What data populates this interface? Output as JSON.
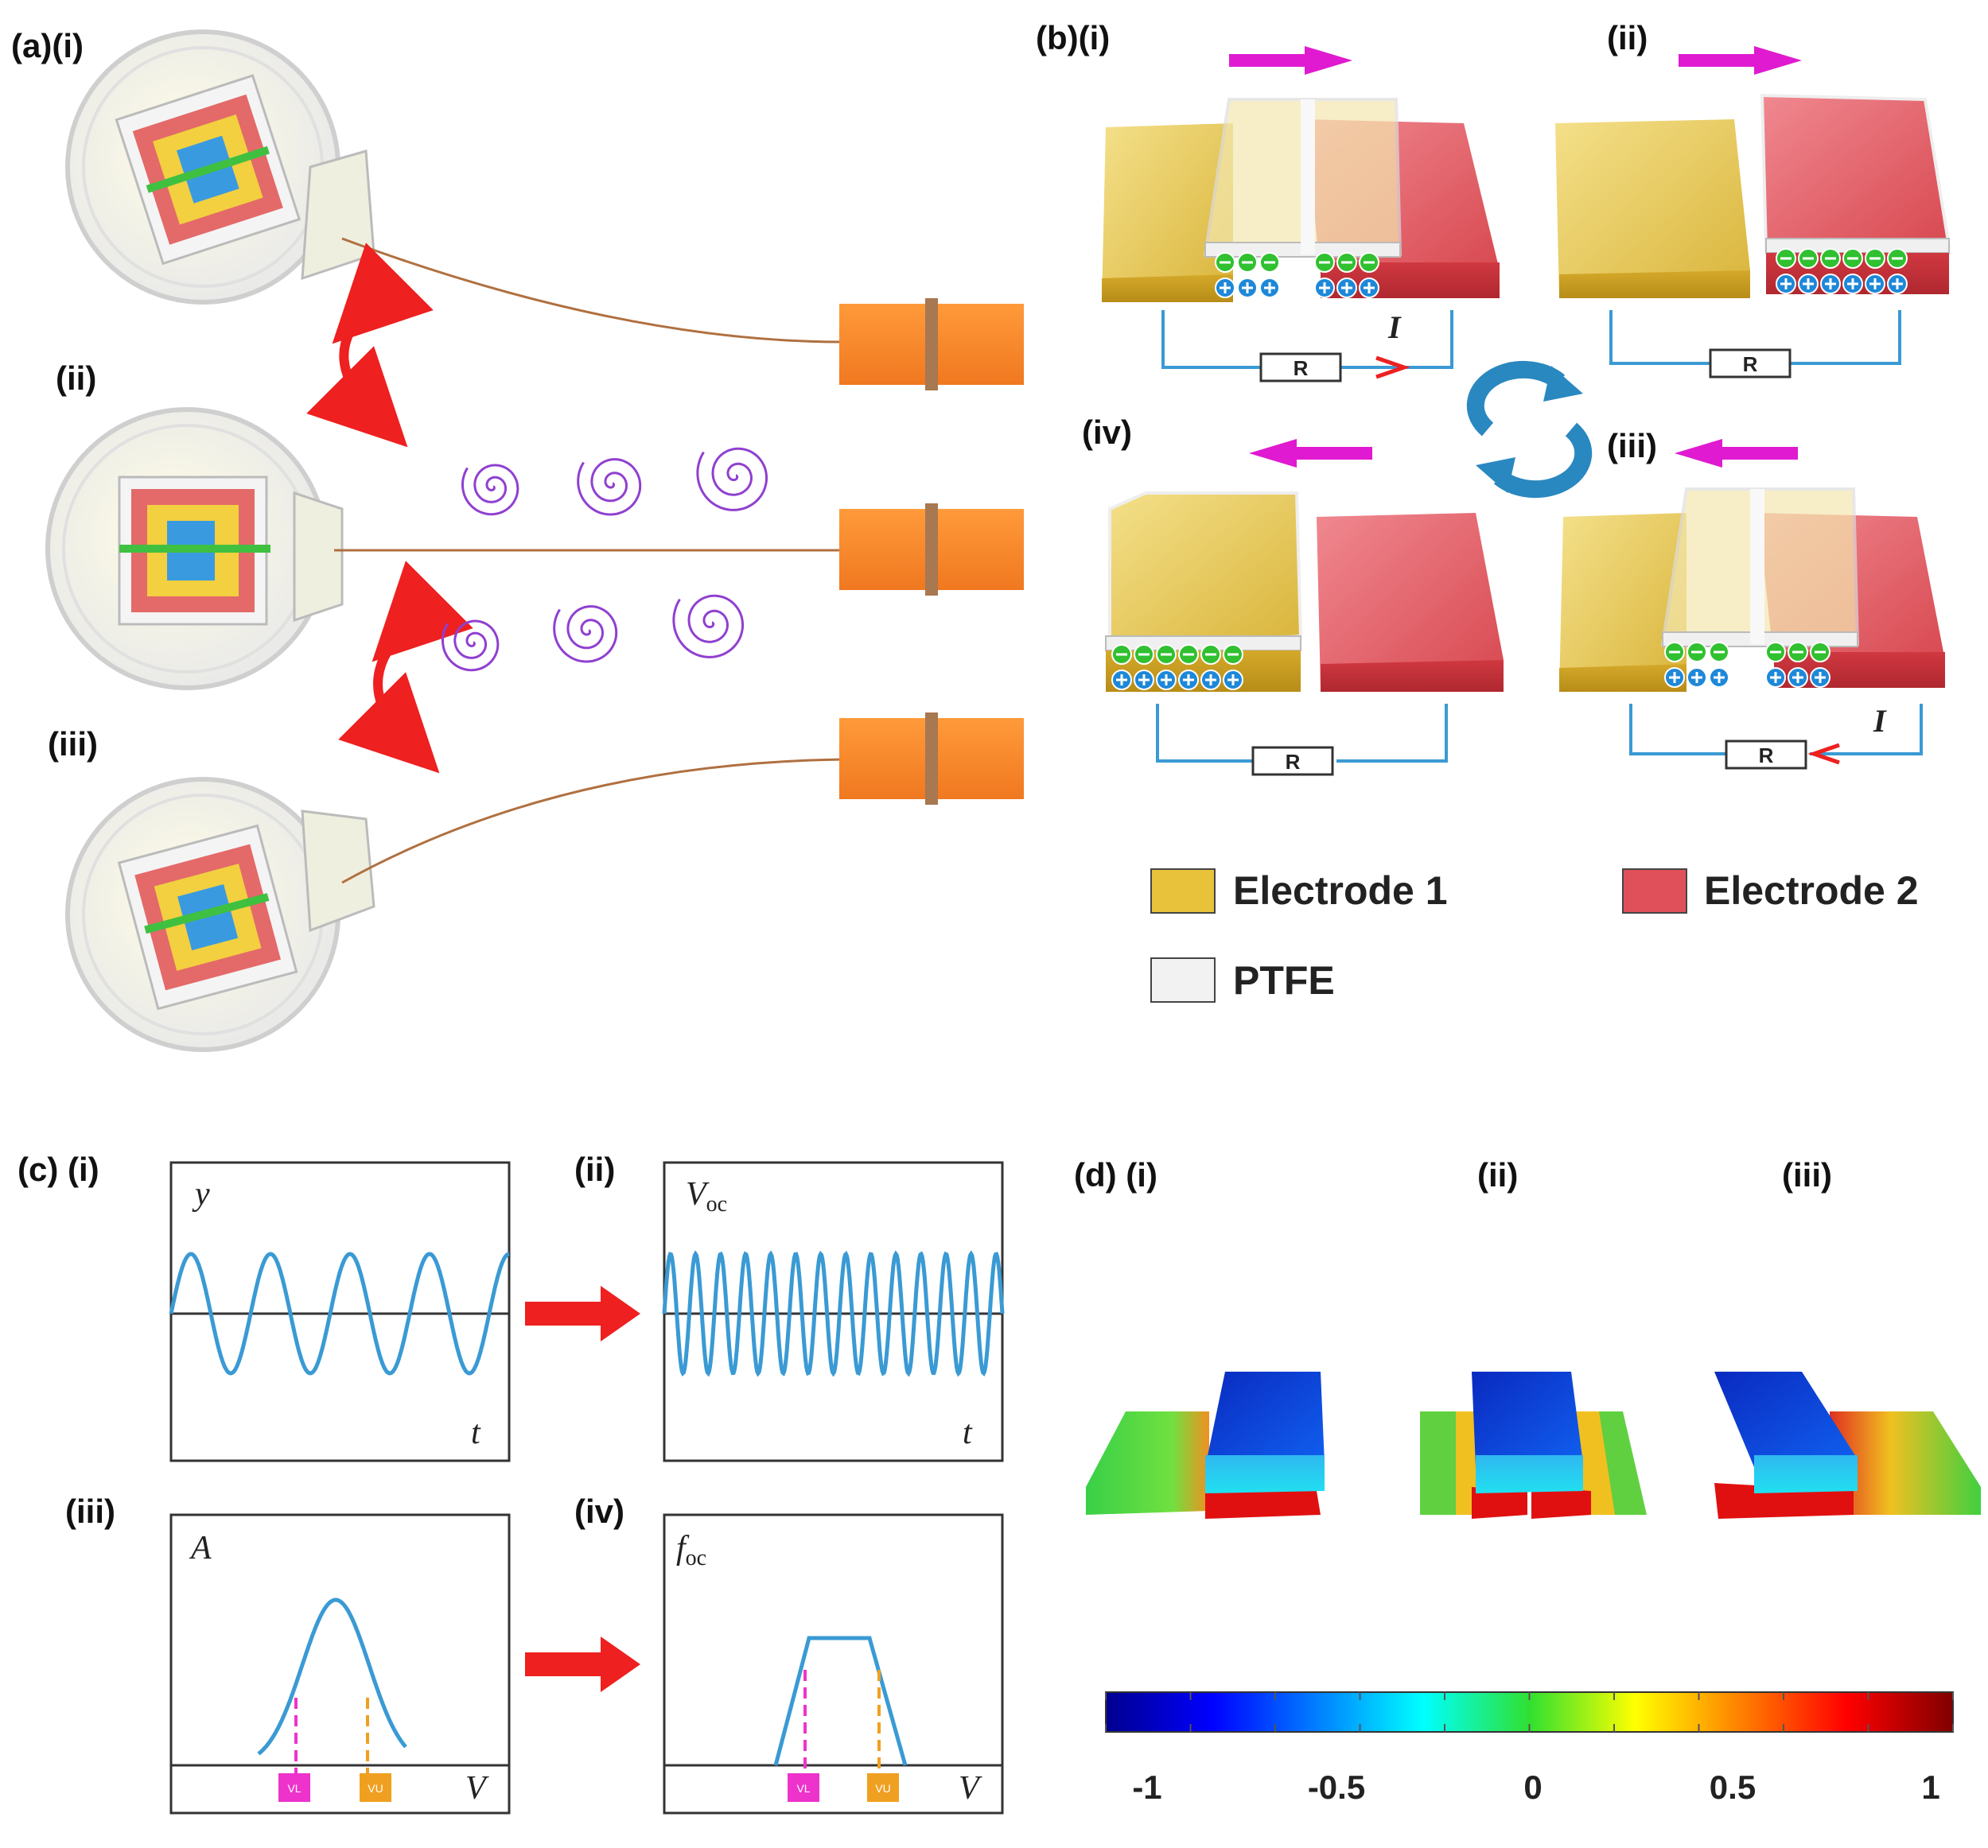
{
  "panel_a": {
    "label": "(a)(i)",
    "sub_ii": "(ii)",
    "sub_iii": "(iii)"
  },
  "panel_b": {
    "label": "(b)(i)",
    "sub_ii": "(ii)",
    "sub_iii": "(iii)",
    "sub_iv": "(iv)",
    "resistor": "R",
    "current": "I",
    "legend": [
      {
        "name": "Electrode 1",
        "color": "#e8c23a"
      },
      {
        "name": "Electrode 2",
        "color": "#e0505a"
      },
      {
        "name": "PTFE",
        "color": "#f2f2f2"
      }
    ]
  },
  "panel_c": {
    "label": "(c) (i)",
    "sub_ii": "(ii)",
    "sub_iii": "(iii)",
    "sub_iv": "(iv)",
    "plot_i": {
      "y": "y",
      "x": "t"
    },
    "plot_ii": {
      "y_main": "V",
      "y_sub": "oc",
      "x": "t"
    },
    "plot_iii": {
      "y": "A",
      "x": "V",
      "vl": "VL",
      "vu": "VU"
    },
    "plot_iv": {
      "y_main": "f",
      "y_sub": "oc",
      "x": "V",
      "vl": "VL",
      "vu": "VU"
    },
    "colors": {
      "curve": "#3a9ad4",
      "arrow": "#ee2020",
      "vl": "#ee33cc",
      "vu": "#f0a020"
    }
  },
  "panel_d": {
    "label": "(d) (i)",
    "sub_ii": "(ii)",
    "sub_iii": "(iii)",
    "colorbar_ticks": [
      "-1",
      "-0.5",
      "0",
      "0.5",
      "1"
    ]
  }
}
